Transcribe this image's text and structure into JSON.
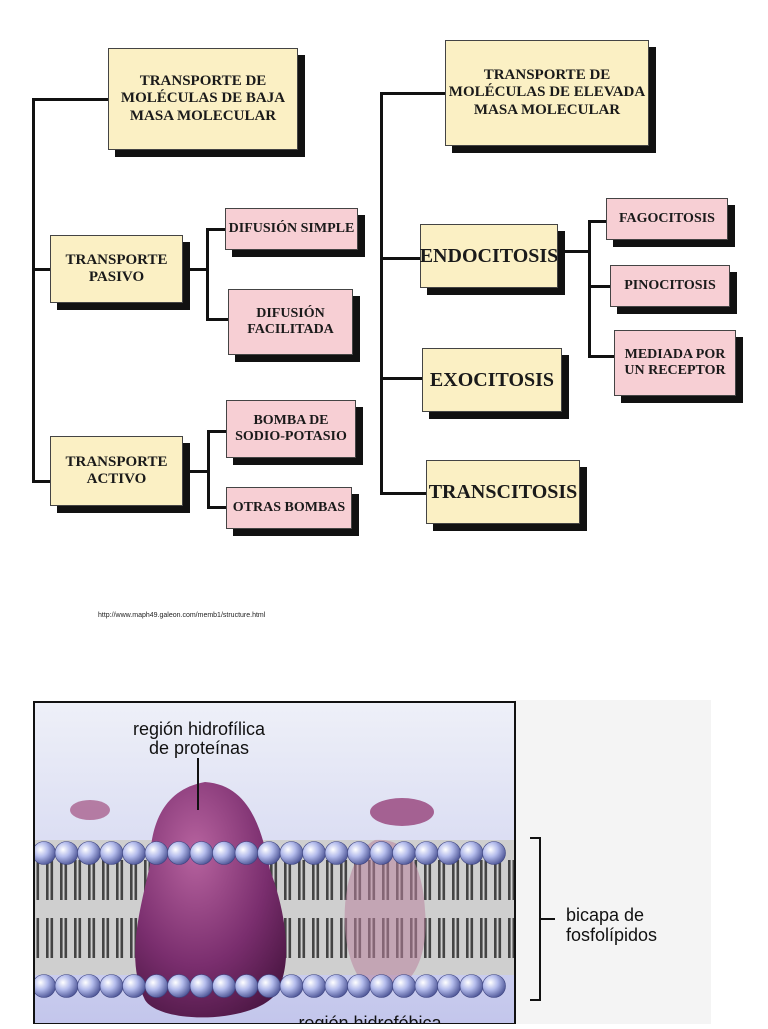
{
  "concept_map": {
    "low_mass_title": "TRANSPORTE DE\nMOLÉCULAS DE BAJA\nMASA MOLECULAR",
    "high_mass_title": "TRANSPORTE DE\nMOLÉCULAS DE ELEVADA\nMASA MOLECULAR",
    "passive": "TRANSPORTE\nPASIVO",
    "active": "TRANSPORTE\nACTIVO",
    "simple_diffusion": "DIFUSIÓN SIMPLE",
    "facilitated_diffusion": "DIFUSIÓN\nFACILITADA",
    "sodium_pump": "BOMBA DE\nSODIO-POTASIO",
    "other_pumps": "OTRAS BOMBAS",
    "endocytosis": "ENDOCITOSIS",
    "exocytosis": "EXOCITOSIS",
    "transcytosis": "TRANSCITOSIS",
    "phagocytosis": "FAGOCITOSIS",
    "pinocytosis": "PINOCITOSIS",
    "receptor_mediated": "MEDIADA POR\nUN RECEPTOR"
  },
  "source_url": "http://www.maph49.galeon.com/memb1/structure.html",
  "membrane": {
    "hydrophilic_label": "región hidrofílica\nde proteínas",
    "bilayer_label": "bicapa de\nfosfolípidos",
    "hydrophobic_label": "región hidrofóbica"
  },
  "colors": {
    "cream_box": "#fbf0c4",
    "pink_box": "#f7cfd4",
    "protein": "#7a2e6e",
    "phospholipid_head": "#9aa6e0"
  }
}
